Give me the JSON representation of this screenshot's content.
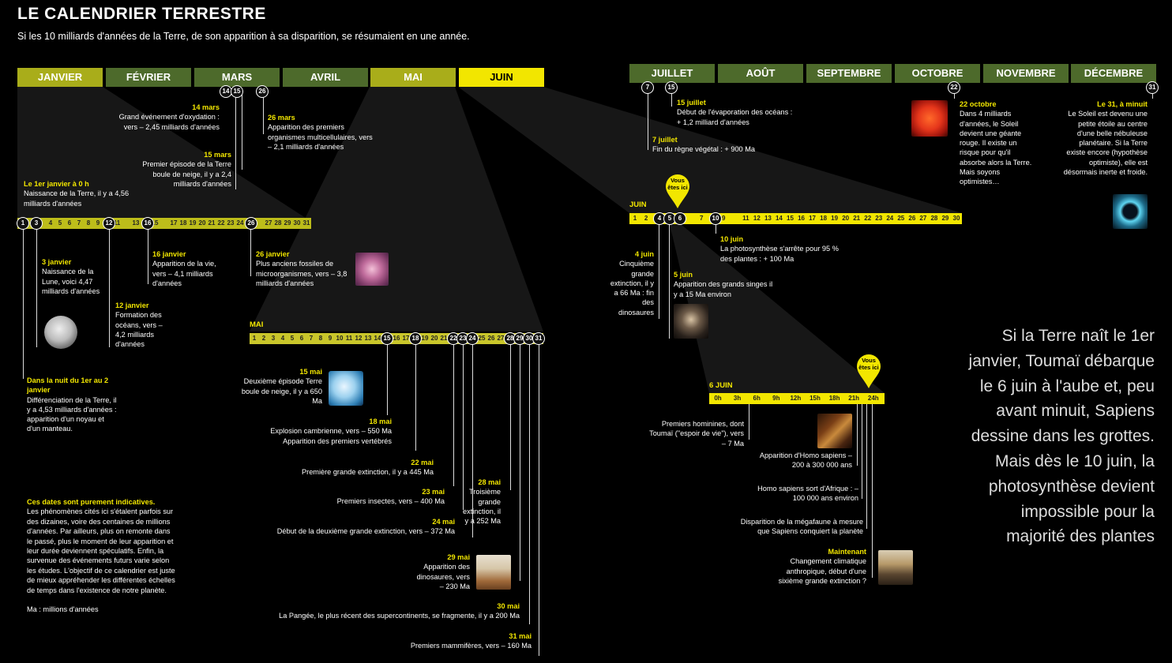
{
  "title": "LE CALENDRIER TERRESTRE",
  "subtitle": "Si les 10 milliards d'années de la Terre, de son apparition à sa disparition, se résumaient en une année.",
  "months": [
    "JANVIER",
    "FÉVRIER",
    "MARS",
    "AVRIL",
    "MAI",
    "JUIN",
    "JUILLET",
    "AOÛT",
    "SEPTEMBRE",
    "OCTOBRE",
    "NOVEMBRE",
    "DÉCEMBRE"
  ],
  "strip_labels": {
    "mai": "MAI",
    "juin": "JUIN",
    "six_juin": "6 JUIN"
  },
  "hours": [
    "0h",
    "3h",
    "6h",
    "9h",
    "12h",
    "15h",
    "18h",
    "21h",
    "24h"
  ],
  "pins": {
    "juin": "Vous êtes ici",
    "six_juin": "Vous êtes ici"
  },
  "markers": {
    "mars": [
      "14",
      "15",
      "26"
    ],
    "janvier": [
      "1",
      "3",
      "12",
      "16",
      "26"
    ],
    "mai": [
      "15",
      "18",
      "22",
      "23",
      "24",
      "28",
      "29",
      "30",
      "31"
    ],
    "juin": [
      "4",
      "5",
      "6",
      "10"
    ],
    "top_right": [
      "7",
      "15",
      "22",
      "31"
    ]
  },
  "events": {
    "mar14_d": "14 mars",
    "mar14_t": "Grand événement d'oxydation : vers – 2,45 milliards d'années",
    "mar15_d": "15 mars",
    "mar15_t": "Premier épisode de la Terre boule de neige, il y a 2,4 milliards d'années",
    "mar26_d": "26 mars",
    "mar26_t": "Apparition des premiers organismes multicellulaires, vers – 2,1 milliards d'années",
    "jan1_d": "Le 1er janvier à 0 h",
    "jan1_t": "Naissance de la Terre, il y a 4,56 milliards d'années",
    "jan3_d": "3 janvier",
    "jan3_t": "Naissance de la Lune, voici 4,47 milliards d'années",
    "jan12_d": "12 janvier",
    "jan12_t": "Formation des océans, vers – 4,2 milliards d'années",
    "jan16_d": "16 janvier",
    "jan16_t": "Apparition de la vie, vers – 4,1 milliards d'années",
    "jan26_d": "26 janvier",
    "jan26_t": "Plus anciens fossiles de microorganismes, vers – 3,8 milliards d'années",
    "jan2_d": "Dans la nuit du 1er au 2 janvier",
    "jan2_t": "Différenciation de la Terre, il y a 4,53 milliards d'années : apparition d'un noyau et d'un manteau.",
    "mai15_d": "15 mai",
    "mai15_t": "Deuxième épisode Terre boule de neige, il y a 650 Ma",
    "mai18_d": "18 mai",
    "mai18_t": "Explosion cambrienne, vers – 550 Ma Apparition des premiers vertébrés",
    "mai22_d": "22 mai",
    "mai22_t": "Première grande extinction, il y a 445 Ma",
    "mai23_d": "23 mai",
    "mai23_t": "Premiers insectes, vers – 400 Ma",
    "mai24_d": "24 mai",
    "mai24_t": "Début de la deuxième grande extinction, vers – 372 Ma",
    "mai28_d": "28 mai",
    "mai28_t": "Troisième grande extinction, il y a 252 Ma",
    "mai29_d": "29 mai",
    "mai29_t": "Apparition des dinosaures, vers – 230 Ma",
    "mai30_d": "30 mai",
    "mai30_t": "La Pangée, le plus récent des supercontinents, se fragmente, il y a 200 Ma",
    "mai31_d": "31 mai",
    "mai31_t": "Premiers mammifères, vers – 160 Ma",
    "jul15_d": "15 juillet",
    "jul15_t": "Début de l'évaporation des océans : + 1,2 milliard d'années",
    "jul7_d": "7 juillet",
    "jul7_t": "Fin du règne végétal : + 900 Ma",
    "oct22_d": "22 octobre",
    "oct22_t": "Dans 4 milliards d'années, le Soleil devient une géante rouge. Il existe un risque pour qu'il absorbe alors la Terre. Mais soyons optimistes…",
    "dec31_d": "Le 31, à minuit",
    "dec31_t": "Le Soleil est devenu une petite étoile au centre d'une belle nébuleuse planétaire. Si la Terre existe encore (hypothèse optimiste), elle est désormais inerte et froide.",
    "jun10_d": "10 juin",
    "jun10_t": "La photosynthèse s'arrête pour 95 % des plantes : + 100 Ma",
    "jun4_d": "4 juin",
    "jun4_t": "Cinquième grande extinction, il y a 66 Ma : fin des dinosaures",
    "jun5_d": "5 juin",
    "jun5_t": "Apparition des grands singes il y a 15 Ma environ",
    "h1_t": "Premiers hominines, dont Toumaï (\"espoir de vie\"), vers – 7 Ma",
    "h2_t": "Apparition d'Homo sapiens – 200 à 300 000 ans",
    "h3_t": "Homo sapiens sort d'Afrique : – 100 000 ans environ",
    "h4_t": "Disparition de la mégafaune à mesure que Sapiens conquiert la planète",
    "h5_d": "Maintenant",
    "h5_t": "Changement climatique anthropique, début d'une sixième grande extinction ?"
  },
  "note": {
    "heading": "Ces dates sont purement indicatives.",
    "body": "Les phénomènes cités ici s'étalent parfois sur des dizaines, voire des centaines de millions d'années. Par ailleurs, plus on remonte dans le passé, plus le moment de leur apparition et leur durée deviennent spéculatifs. Enfin, la survenue des événements futurs varie selon les études. L'objectif de ce calendrier est juste de mieux appréhender les différentes échelles de temps dans l'existence de notre planète.",
    "abbr": "Ma : millions d'années"
  },
  "quote": "Si la Terre naît le 1er janvier, Toumaï débarque le 6 juin à l'aube et, peu avant minuit, Sapiens dessine dans les grottes. Mais dès le 10 juin, la photosynthèse devient impossible pour la majorité des plantes",
  "colors": {
    "yellow": "#f2e600",
    "lime": "#a9ad1a",
    "green": "#4d6a2b",
    "background": "#000000"
  },
  "icons": [
    "moon-photo",
    "microbe-photo",
    "snowball-earth-photo",
    "dinosaur-photo",
    "red-sun-photo",
    "nebula-photo",
    "chimpanzee-photo",
    "cave-painting-photo",
    "city-photo",
    "location-pin-icon"
  ]
}
